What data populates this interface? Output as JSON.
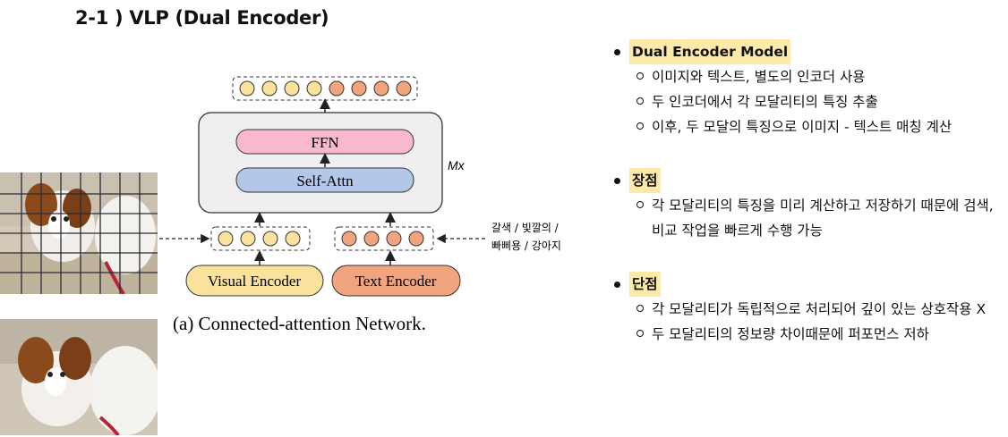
{
  "title": "2-1 ) VLP (Dual Encoder)",
  "diagram": {
    "ffn": "FFN",
    "self_attn": "Self-Attn",
    "mx": "Mx",
    "visual_encoder": "Visual Encoder",
    "text_encoder": "Text Encoder",
    "text_input_line1": "갈색 / 빛깔의 /",
    "text_input_line2": "빠삐용 / 강아지",
    "caption": "(a) Connected-attention Network.",
    "colors": {
      "visual_token": "#f9e29b",
      "text_token": "#f0a57f",
      "ffn": "#f8b8d0",
      "self_attn": "#b3c7e8",
      "transformer_bg": "#efeff0"
    }
  },
  "bullets": [
    {
      "heading": "Dual Encoder Model",
      "items": [
        "이미지와 텍스트, 별도의 인코더 사용",
        "두 인코더에서 각 모달리티의 특징 추출",
        "이후, 두 모달의 특징으로 이미지 - 텍스트 매칭 계산"
      ]
    },
    {
      "heading": "장점",
      "items": [
        "각 모달리티의 특징을 미리 계산하고 저장하기 때문에 검색, 비교 작업을 빠르게 수행 가능"
      ]
    },
    {
      "heading": "단점",
      "items": [
        "각 모달리티가 독립적으로 처리되어 깊이 있는 상호작용 X",
        "두 모달리티의 정보량 차이때문에 퍼포먼스 저하"
      ]
    }
  ]
}
